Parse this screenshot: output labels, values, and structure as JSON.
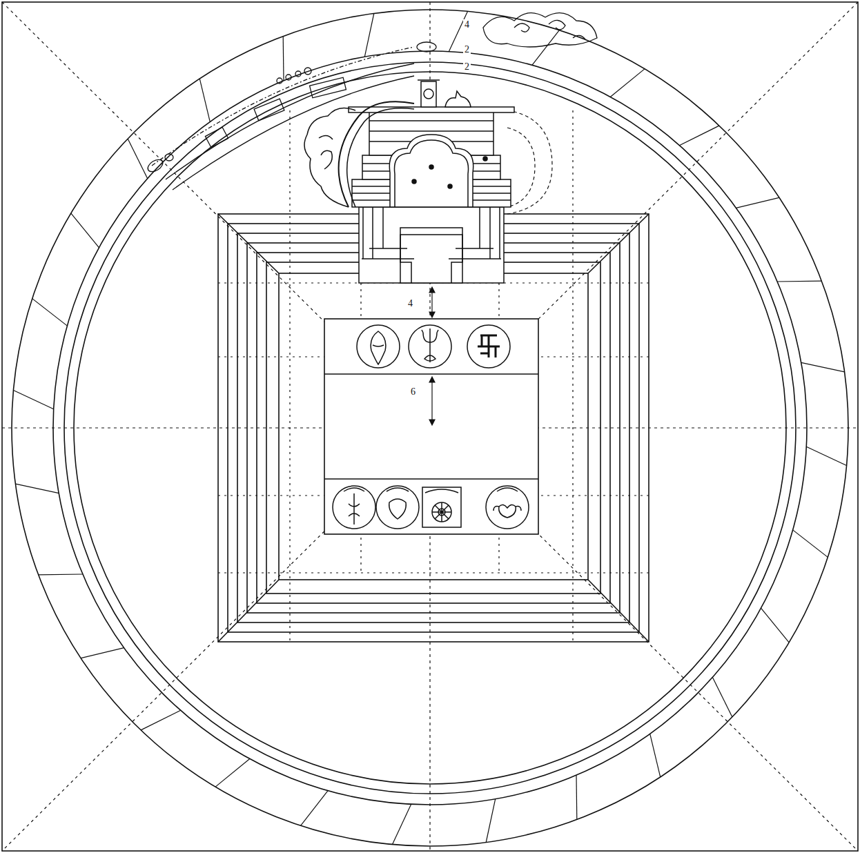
{
  "diagram": {
    "labels": [
      "4",
      "2",
      "2",
      "4",
      "6"
    ]
  }
}
